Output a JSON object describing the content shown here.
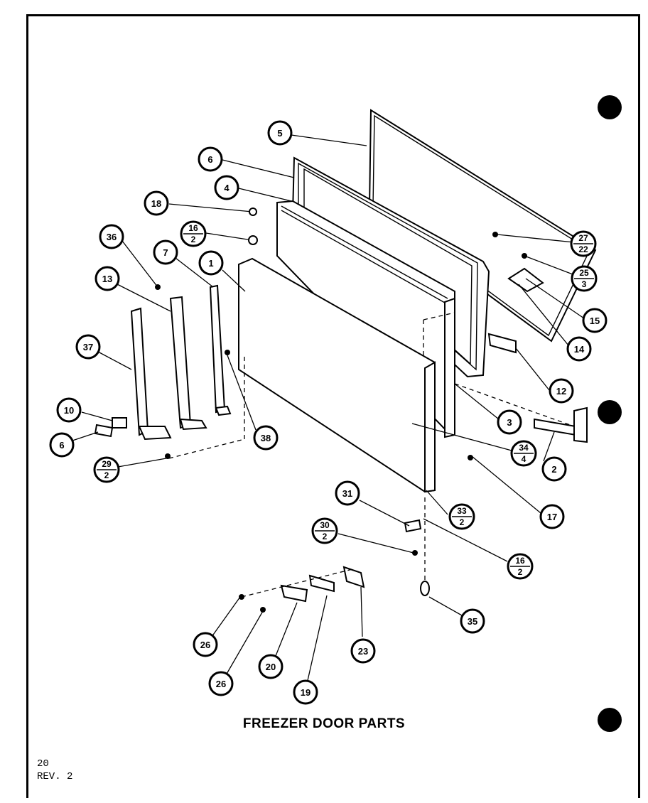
{
  "diagram_title": "FREEZER DOOR PARTS",
  "footer": {
    "page": "20",
    "revision": "REV. 2"
  },
  "callouts": {
    "c1": "1",
    "c2": "2",
    "c3": "3",
    "c4": "4",
    "c5": "5",
    "c6a": "6",
    "c6b": "6",
    "c7": "7",
    "c10": "10",
    "c12": "12",
    "c13": "13",
    "c14": "14",
    "c15": "15",
    "c17": "17",
    "c18": "18",
    "c19": "19",
    "c20": "20",
    "c23": "23",
    "c26a": "26",
    "c26b": "26",
    "c31": "31",
    "c35": "35",
    "c36": "36",
    "c37": "37",
    "c38": "38"
  },
  "fraction_callouts": {
    "f16a": {
      "top": "16",
      "bottom": "2"
    },
    "f27": {
      "top": "27",
      "bottom": "22"
    },
    "f25": {
      "top": "25",
      "bottom": "3"
    },
    "f34": {
      "top": "34",
      "bottom": "4"
    },
    "f29": {
      "top": "29",
      "bottom": "2"
    },
    "f33": {
      "top": "33",
      "bottom": "2"
    },
    "f30": {
      "top": "30",
      "bottom": "2"
    },
    "f16b": {
      "top": "16",
      "bottom": "2"
    }
  }
}
